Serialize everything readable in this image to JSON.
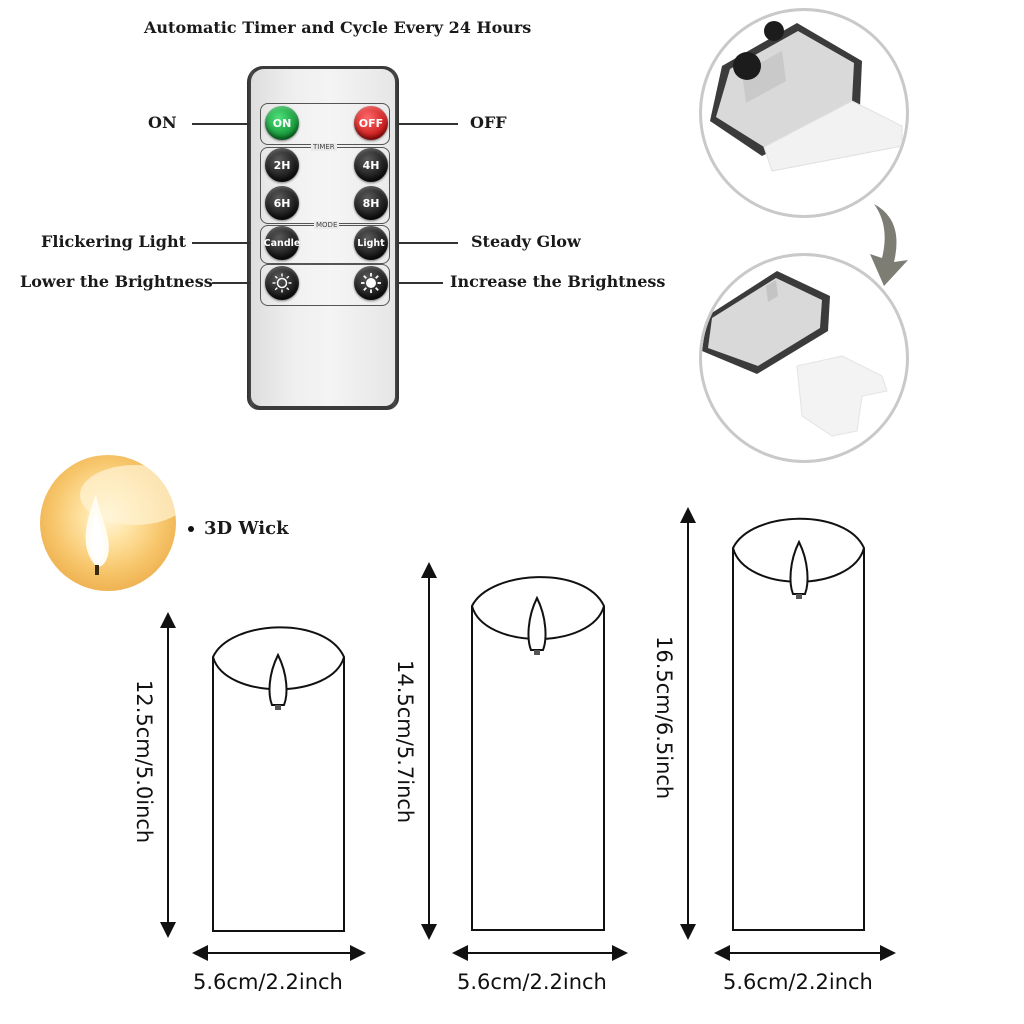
{
  "header": {
    "title": "Automatic Timer and Cycle Every 24 Hours"
  },
  "remote": {
    "labels": {
      "on": "ON",
      "off": "OFF",
      "flicker": "Flickering Light",
      "steady": "Steady Glow",
      "lower": "Lower the Brightness",
      "increase": "Increase the Brightness"
    },
    "sections": {
      "timer": "TIMER",
      "mode": "MODE"
    },
    "buttons": {
      "on": "ON",
      "off": "OFF",
      "t2": "2H",
      "t4": "4H",
      "t6": "6H",
      "t8": "8H",
      "candle": "Candle",
      "light": "Light"
    }
  },
  "wick": {
    "label": "3D Wick"
  },
  "candles": [
    {
      "height": "12.5cm/5.0inch",
      "width": "5.6cm/2.2inch"
    },
    {
      "height": "14.5cm/5.7inch",
      "width": "5.6cm/2.2inch"
    },
    {
      "height": "16.5cm/6.5inch",
      "width": "5.6cm/2.2inch"
    }
  ],
  "colors": {
    "on_button": "#0d8a2e",
    "off_button": "#c20f0f",
    "remote_body": "#3a3a3a"
  }
}
